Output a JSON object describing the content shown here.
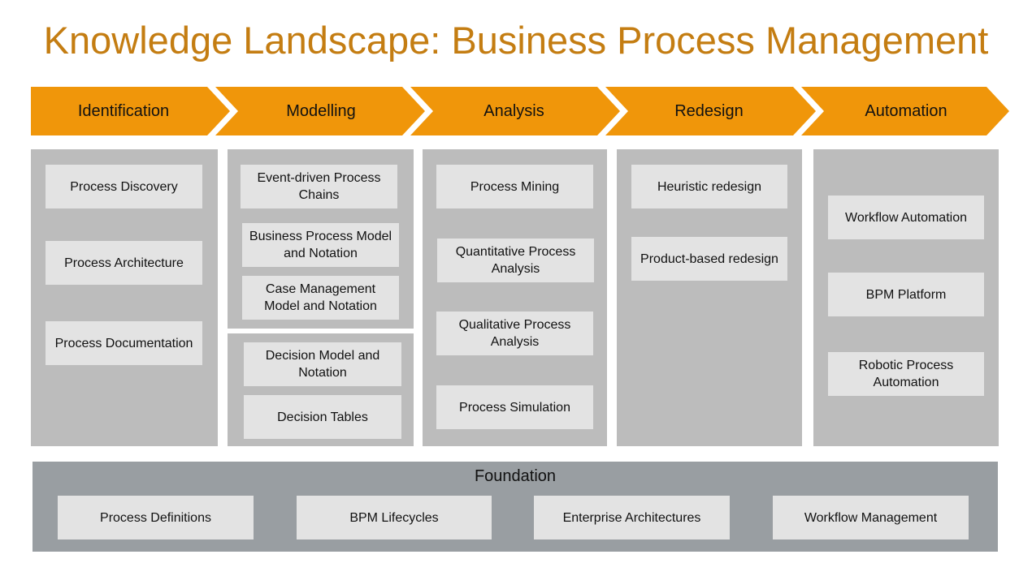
{
  "title": "Knowledge Landscape: Business Process Management",
  "colors": {
    "title": "#c47d12",
    "arrow": "#f0960a",
    "column": "#bcbcbc",
    "box": "#e3e3e3",
    "foundation": "#999ea2"
  },
  "phases": [
    {
      "label": "Identification",
      "groups": [
        {
          "items": [
            "Process Discovery",
            "Process Architecture",
            "Process Documentation"
          ]
        }
      ]
    },
    {
      "label": "Modelling",
      "groups": [
        {
          "items": [
            "Event-driven Process Chains",
            "Business Process Model and Notation",
            "Case Management Model and Notation"
          ]
        },
        {
          "items": [
            "Decision Model and Notation",
            "Decision Tables"
          ]
        }
      ]
    },
    {
      "label": "Analysis",
      "groups": [
        {
          "items": [
            "Process Mining",
            "Quantitative Process Analysis",
            "Qualitative Process Analysis",
            "Process Simulation"
          ]
        }
      ]
    },
    {
      "label": "Redesign",
      "groups": [
        {
          "items": [
            "Heuristic redesign",
            "Product-based redesign"
          ]
        }
      ]
    },
    {
      "label": "Automation",
      "groups": [
        {
          "items": [
            "Workflow Automation",
            "BPM Platform",
            "Robotic Process Automation"
          ]
        }
      ]
    }
  ],
  "foundation": {
    "label": "Foundation",
    "items": [
      "Process Definitions",
      "BPM Lifecycles",
      "Enterprise Architectures",
      "Workflow Management"
    ]
  }
}
